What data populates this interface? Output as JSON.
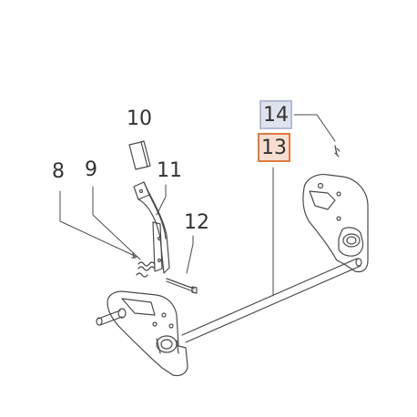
{
  "diagram": {
    "callouts": [
      {
        "id": "8",
        "label": "8"
      },
      {
        "id": "9",
        "label": "9"
      },
      {
        "id": "10",
        "label": "10"
      },
      {
        "id": "11",
        "label": "11"
      },
      {
        "id": "12",
        "label": "12"
      },
      {
        "id": "13",
        "label": "13",
        "highlight": "selected",
        "box_fill": "#f6dfd0",
        "box_border": "#e07a3e"
      },
      {
        "id": "14",
        "label": "14",
        "highlight": "hover",
        "box_fill": "#dfe3ee",
        "box_border": "#b4bcd4"
      }
    ],
    "colors": {
      "line": "#4a4a4a",
      "text": "#333333",
      "background": "#ffffff"
    }
  }
}
